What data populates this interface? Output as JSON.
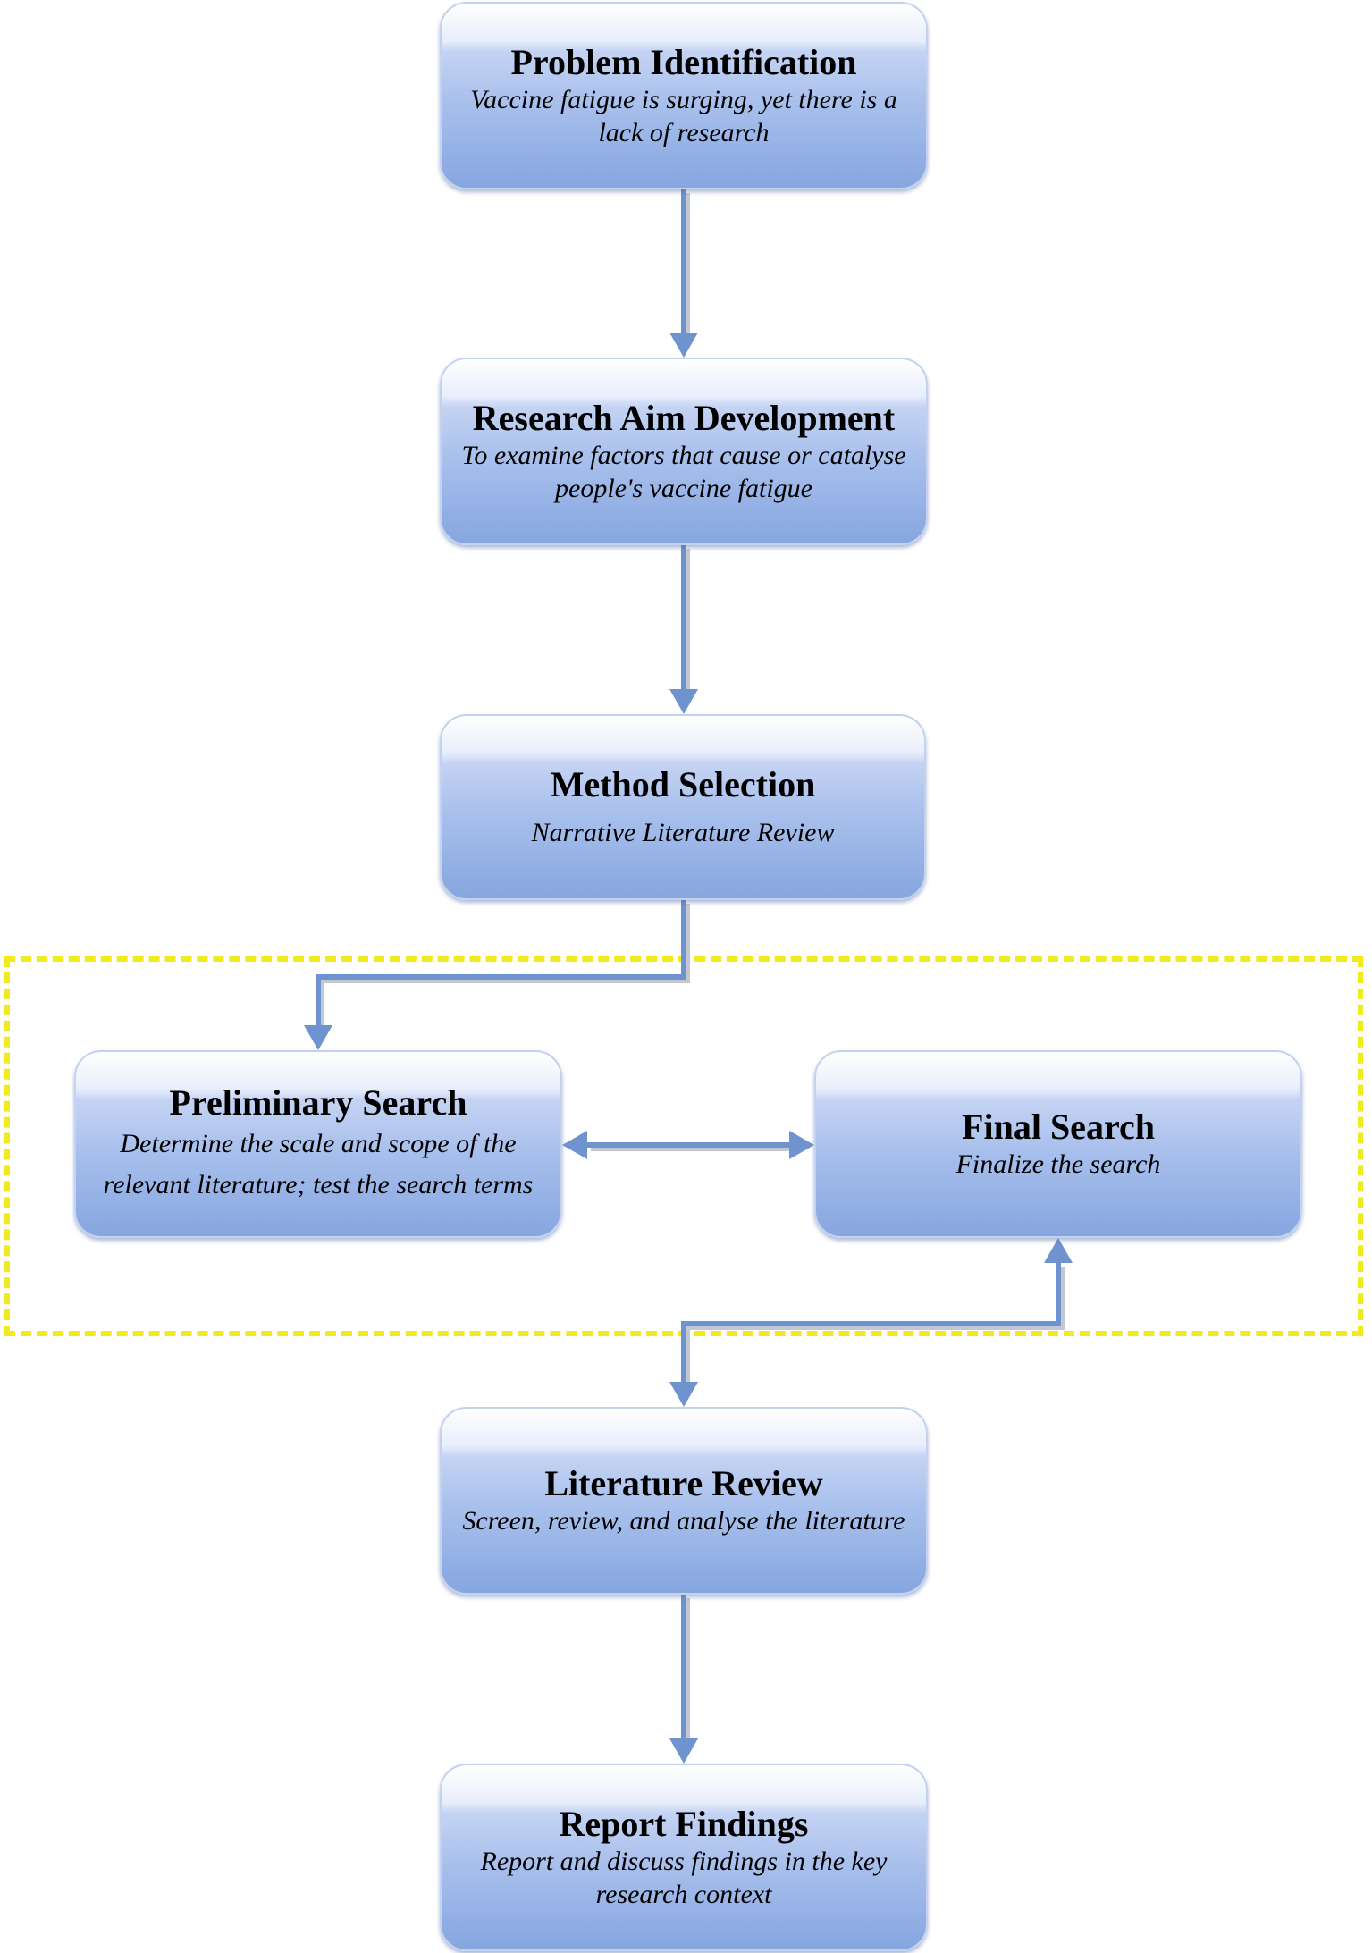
{
  "steps": {
    "problem_identification": {
      "title": "Problem Identification",
      "desc_line1": "Vaccine fatigue is surging, yet there is a",
      "desc_line2": "lack of research"
    },
    "research_aim": {
      "title": "Research Aim Development",
      "desc_line1": "To examine factors that cause or catalyse",
      "desc_line2": "people's vaccine fatigue"
    },
    "method_selection": {
      "title": "Method Selection",
      "desc_line1": "Narrative Literature Review"
    },
    "preliminary_search": {
      "title": "Preliminary Search",
      "desc_line1": "Determine the scale and scope of the",
      "desc_line2": "relevant literature; test the search terms"
    },
    "final_search": {
      "title": "Final Search",
      "desc_line1": "Finalize the search"
    },
    "literature_review": {
      "title": "Literature Review",
      "desc_line1": "Screen, review, and analyse the literature"
    },
    "report_findings": {
      "title": "Report Findings",
      "desc_line1": "Report and discuss findings in the key",
      "desc_line2": "research context"
    }
  },
  "colors": {
    "arrow": "#6f93cf",
    "arrow_shadow": "#c2c7d0",
    "node_top": "#ffffff",
    "node_bottom": "#86a6e0",
    "search_region_border": "#f2ea1d"
  }
}
